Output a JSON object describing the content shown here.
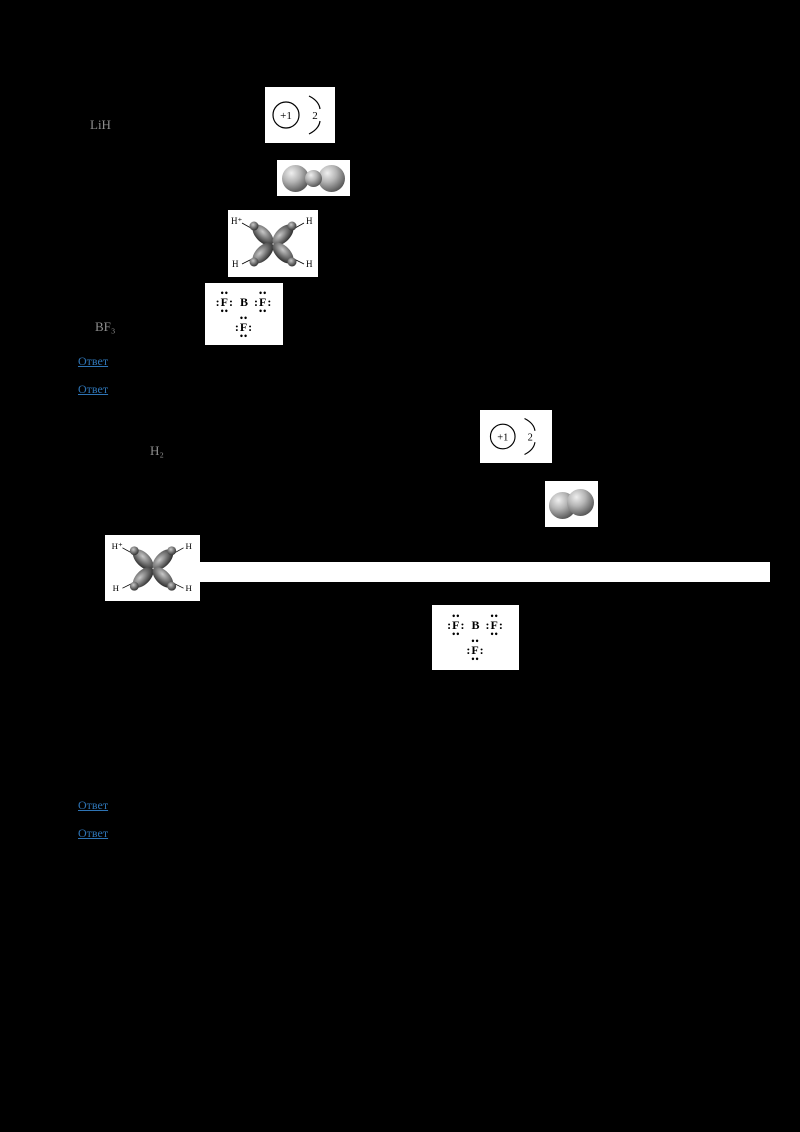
{
  "colors": {
    "page_background": "#000000",
    "figure_background": "#ffffff",
    "hyperlink_blue": "#2e74b5",
    "faint_text_gray": "#8f8f8f"
  },
  "faint_labels": {
    "lih": "LiH",
    "bf3": "BF₃",
    "h2": "H₂"
  },
  "links": {
    "item1": "Ответ",
    "item2": "Ответ",
    "item3": "Ответ",
    "item4": "Ответ"
  },
  "bohr_model": {
    "nucleus_charge": "+1",
    "shell_electron_count": "2"
  },
  "orbital_overlap": {
    "label_top_left": "H⁺",
    "label_top_right": "H",
    "label_bottom_left": "H",
    "label_bottom_right": "H"
  },
  "lewis_structure": {
    "electron_pair": "••",
    "f_left": ":F:",
    "boron": "B",
    "f_right": ":F:",
    "f_bottom": ":F:"
  }
}
